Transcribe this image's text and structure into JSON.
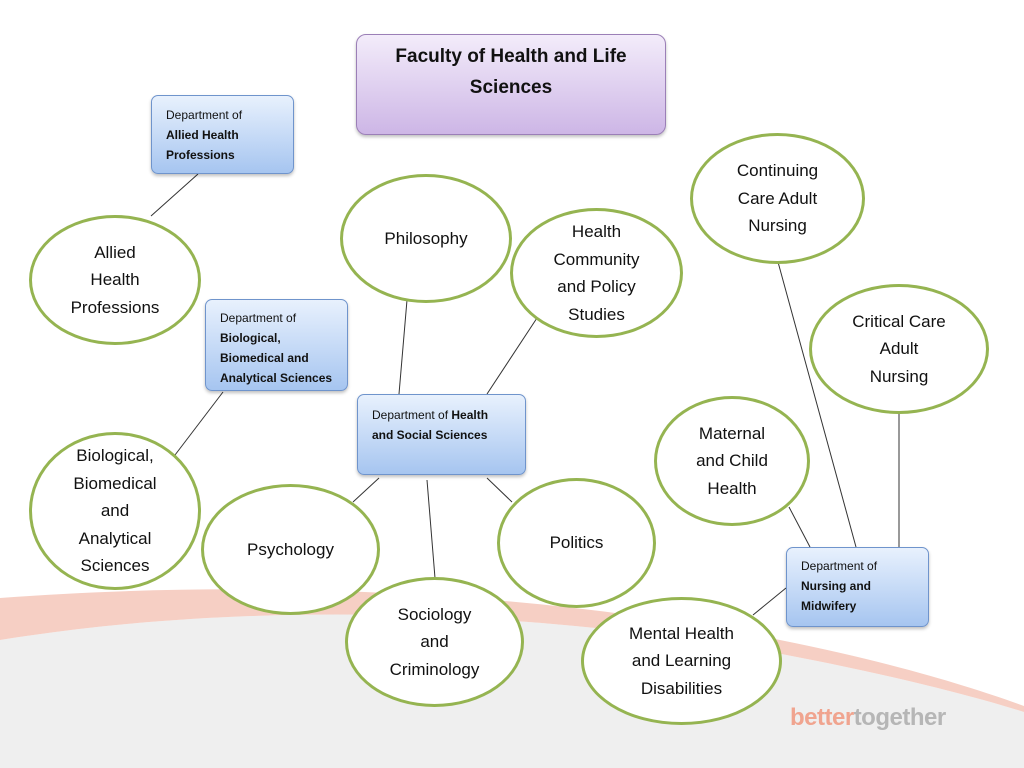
{
  "title": {
    "line1": "Faculty of Health and Life",
    "line2": "Sciences"
  },
  "departments": {
    "allied": {
      "line1": "Department of",
      "line2": "Allied Health",
      "line3": "Professions"
    },
    "biological": {
      "line1": "Department of",
      "line2": "Biological,",
      "line3": "Biomedical and",
      "line4": "Analytical Sciences"
    },
    "health_social": {
      "prefix": "Department of ",
      "name1": "Health",
      "name2": "and Social Sciences"
    },
    "nursing": {
      "line1": "Department of",
      "line2": "Nursing and",
      "line3": "Midwifery"
    }
  },
  "subjects": {
    "allied_health": [
      "Allied",
      "Health",
      "Professions"
    ],
    "biological": [
      "Biological,",
      "Biomedical",
      "and",
      "Analytical",
      "Sciences"
    ],
    "philosophy": [
      "Philosophy"
    ],
    "health_community": [
      "Health",
      "Community",
      "and Policy",
      "Studies"
    ],
    "psychology": [
      "Psychology"
    ],
    "sociology": [
      "Sociology",
      "and",
      "Criminology"
    ],
    "politics": [
      "Politics"
    ],
    "continuing_care": [
      "Continuing",
      "Care Adult",
      "Nursing"
    ],
    "critical_care": [
      "Critical Care",
      "Adult",
      "Nursing"
    ],
    "maternal": [
      "Maternal",
      "and Child",
      "Health"
    ],
    "mental_health": [
      "Mental Health",
      "and Learning",
      "Disabilities"
    ]
  },
  "logo": {
    "part1": "better",
    "part2": "together"
  },
  "colors": {
    "node_border": "#95b451",
    "dept_fill": "#a6c5f0",
    "title_fill": "#cdb6e6",
    "swoosh": "#f6cfc4"
  }
}
